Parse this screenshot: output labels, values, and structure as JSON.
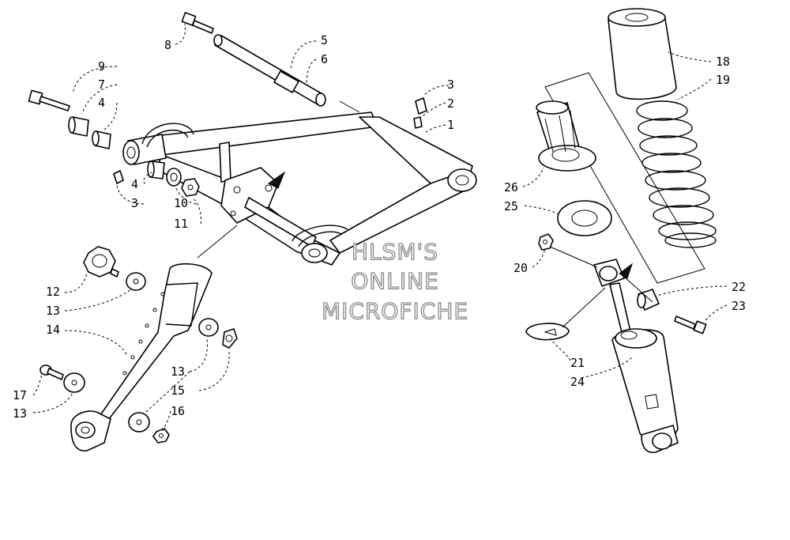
{
  "watermark": {
    "line1": "HLSM'S",
    "line2": "ONLINE",
    "line3": "MICROFICHE"
  },
  "callouts": {
    "c1": "1",
    "c2": "2",
    "c3a": "3",
    "c3b": "3",
    "c4a": "4",
    "c4b": "4",
    "c5": "5",
    "c6": "6",
    "c7": "7",
    "c8": "8",
    "c9": "9",
    "c10": "10",
    "c11": "11",
    "c12": "12",
    "c13a": "13",
    "c13b": "13",
    "c13c": "13",
    "c14": "14",
    "c15": "15",
    "c16": "16",
    "c17": "17",
    "c18": "18",
    "c19": "19",
    "c20": "20",
    "c21": "21",
    "c22": "22",
    "c23": "23",
    "c24": "24",
    "c25": "25",
    "c26": "26"
  }
}
